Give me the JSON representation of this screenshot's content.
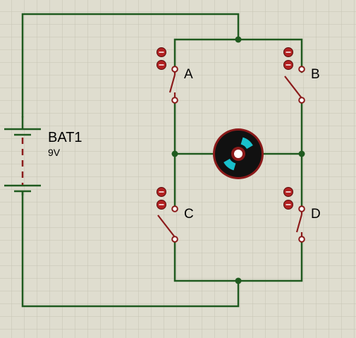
{
  "colors": {
    "background": "#dfddcf",
    "grid": "#c6c3b3",
    "wire": "#1f5a1f",
    "pin": "#8b1a1a",
    "switch_button": "#b22222",
    "motor_body": "#111111",
    "motor_ring": "#8b1a1a",
    "motor_accent": "#19c0cc"
  },
  "battery": {
    "ref": "BAT1",
    "value": "9V"
  },
  "switches": [
    {
      "ref": "A"
    },
    {
      "ref": "B"
    },
    {
      "ref": "C"
    },
    {
      "ref": "D"
    }
  ],
  "motor": {
    "icon": "dc-motor-icon"
  }
}
